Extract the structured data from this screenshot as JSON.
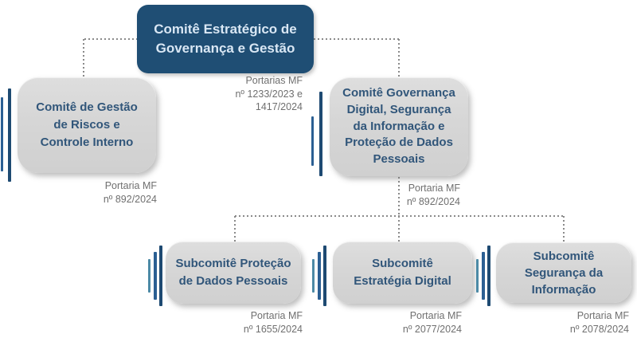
{
  "colors": {
    "canvas_bg": "#FFFFFF",
    "root_box_bg": "#1F4E74",
    "root_box_text": "#D9E7F4",
    "node_box_bg": "#D6D6D6",
    "node_text": "#31567A",
    "note_text": "#6F6F6F",
    "connector": "#8A8A8A",
    "bar_navy": "#2B5F93",
    "bar_dark": "#1E4A72",
    "bar_teal": "#4C8AA6"
  },
  "nodes": {
    "root": {
      "label": "Comitê Estratégico de\nGovernança e Gestão",
      "note": "Portarias MF\nnº 1233/2023 e\n1417/2024"
    },
    "riscos": {
      "label": "Comitê de Gestão\nde Riscos e\nControle Interno",
      "note": "Portaria MF\nnº 892/2024"
    },
    "governanca": {
      "label": "Comitê Governança\nDigital, Segurança\nda Informação e\nProteção de Dados\nPessoais",
      "note": "Portaria MF\nnº 892/2024"
    },
    "sub_dados": {
      "label": "Subcomitê Proteção\nde Dados Pessoais",
      "note": "Portaria MF\nnº 1655/2024"
    },
    "sub_digital": {
      "label": "Subcomitê\nEstratégia Digital",
      "note": "Portaria MF\nnº 2077/2024"
    },
    "sub_seguranca": {
      "label": "Subcomitê\nSegurança da\nInformação",
      "note": "Portaria MF\nnº 2078/2024"
    }
  }
}
